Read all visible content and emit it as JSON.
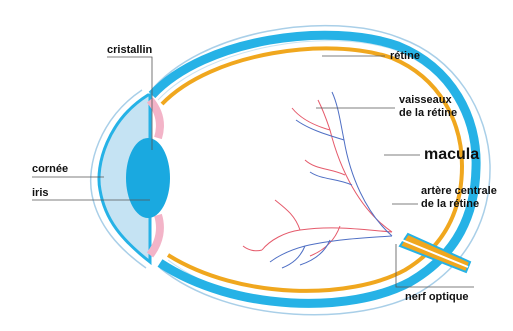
{
  "labels": {
    "cristallin": "cristallin",
    "retine": "rétine",
    "vaisseaux_1": "vaisseaux",
    "vaisseaux_2": "de la rétine",
    "macula": "macula",
    "artere_1": "artère centrale",
    "artere_2": "de la rétine",
    "cornee": "cornée",
    "iris": "iris",
    "nerf": "nerf optique"
  },
  "colors": {
    "sclera_outline": "#a9cfe8",
    "retina": "#f0a71e",
    "choroid": "#26b2e6",
    "cornea": "#c5e3f3",
    "lens": "#1aa9e0",
    "iris": "#f3b4c8",
    "artery": "#e55a6b",
    "vein": "#4f6fc4",
    "leader": "#555555"
  }
}
